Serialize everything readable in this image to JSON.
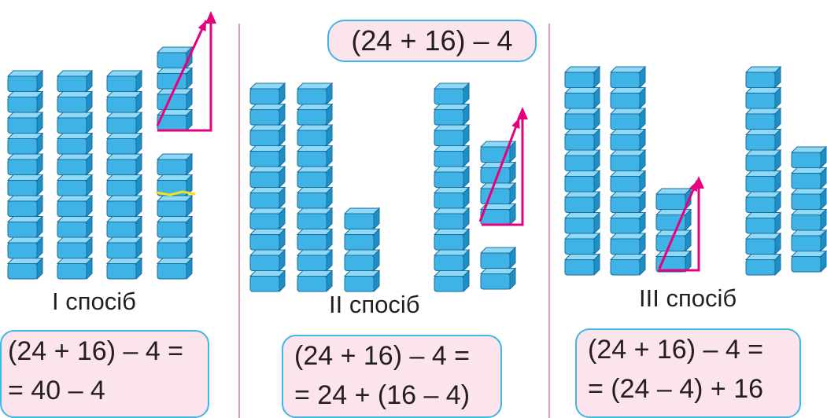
{
  "expression": "(24 + 16) – 4",
  "colors": {
    "cube_face": "#3fb3e6",
    "cube_top": "#8fd9f6",
    "cube_side": "#1e8fc6",
    "cube_outline": "#1a6f9c",
    "arrow": "#e6007e",
    "cut_line": "#f4e31a",
    "divider": "#ee9aa8",
    "box_fill": "#fbe4ec",
    "box_border": "#3fb6e6"
  },
  "methods": [
    {
      "label": "I спосіб",
      "line1": "(24 + 16) – 4 =",
      "line2": "= 40 – 4",
      "towers": [
        10,
        10,
        10,
        4,
        6
      ],
      "icon": "arrow-icon"
    },
    {
      "label": "II спосіб",
      "line1": "(24 + 16) – 4 =",
      "line2": "= 24 + (16 – 4)",
      "towers": [
        10,
        10,
        4,
        10,
        4,
        2
      ],
      "icon": "arrow-icon"
    },
    {
      "label": "III спосіб",
      "line1": "(24 + 16) – 4 =",
      "line2": "= (24 – 4) + 16",
      "towers": [
        10,
        10,
        4,
        10,
        6
      ],
      "icon": "arrow-icon"
    }
  ]
}
